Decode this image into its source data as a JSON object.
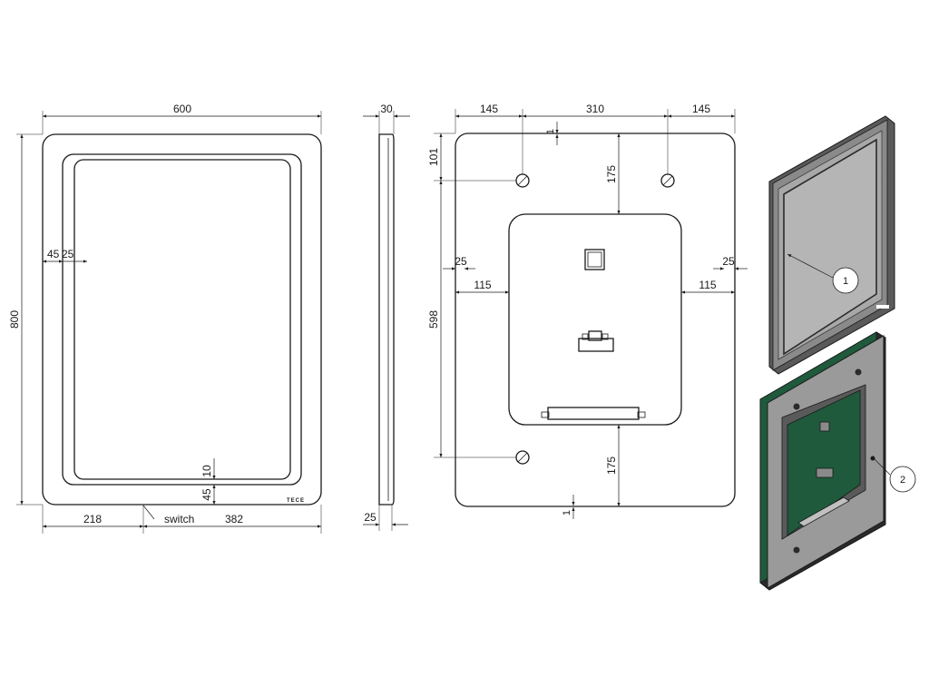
{
  "front_view": {
    "width_dim": "600",
    "height_dim": "800",
    "side_margin_dim": "45",
    "led_strip_dim": "25",
    "bottom_gap_dim": "10",
    "bottom_margin_dim": "45",
    "switch_left_dim": "218",
    "switch_right_dim": "382",
    "switch_label": "switch",
    "brand_mark": "TECE"
  },
  "side_view": {
    "depth_top_dim": "30",
    "depth_bottom_dim": "25"
  },
  "rear_view": {
    "hole_left_dim": "145",
    "hole_spacing_dim": "310",
    "hole_right_dim": "145",
    "top_offset_dim": "1",
    "hole_top_dim": "101",
    "plate_top_dim": "175",
    "hole_vertical_dim": "598",
    "plate_bottom_dim": "175",
    "bottom_offset_dim": "1",
    "edge_left_dim": "25",
    "edge_right_dim": "25",
    "plate_left_dim": "115",
    "plate_right_dim": "115"
  },
  "callouts": {
    "mirror_callout": "1",
    "panel_callout": "2"
  },
  "colors": {
    "line": "#1a1a1a",
    "dim_arrow": "#1a1a1a",
    "panel_grey": "#9a9a9a",
    "panel_dark": "#5a5a5a",
    "pcb_green": "#1f5a3c"
  }
}
